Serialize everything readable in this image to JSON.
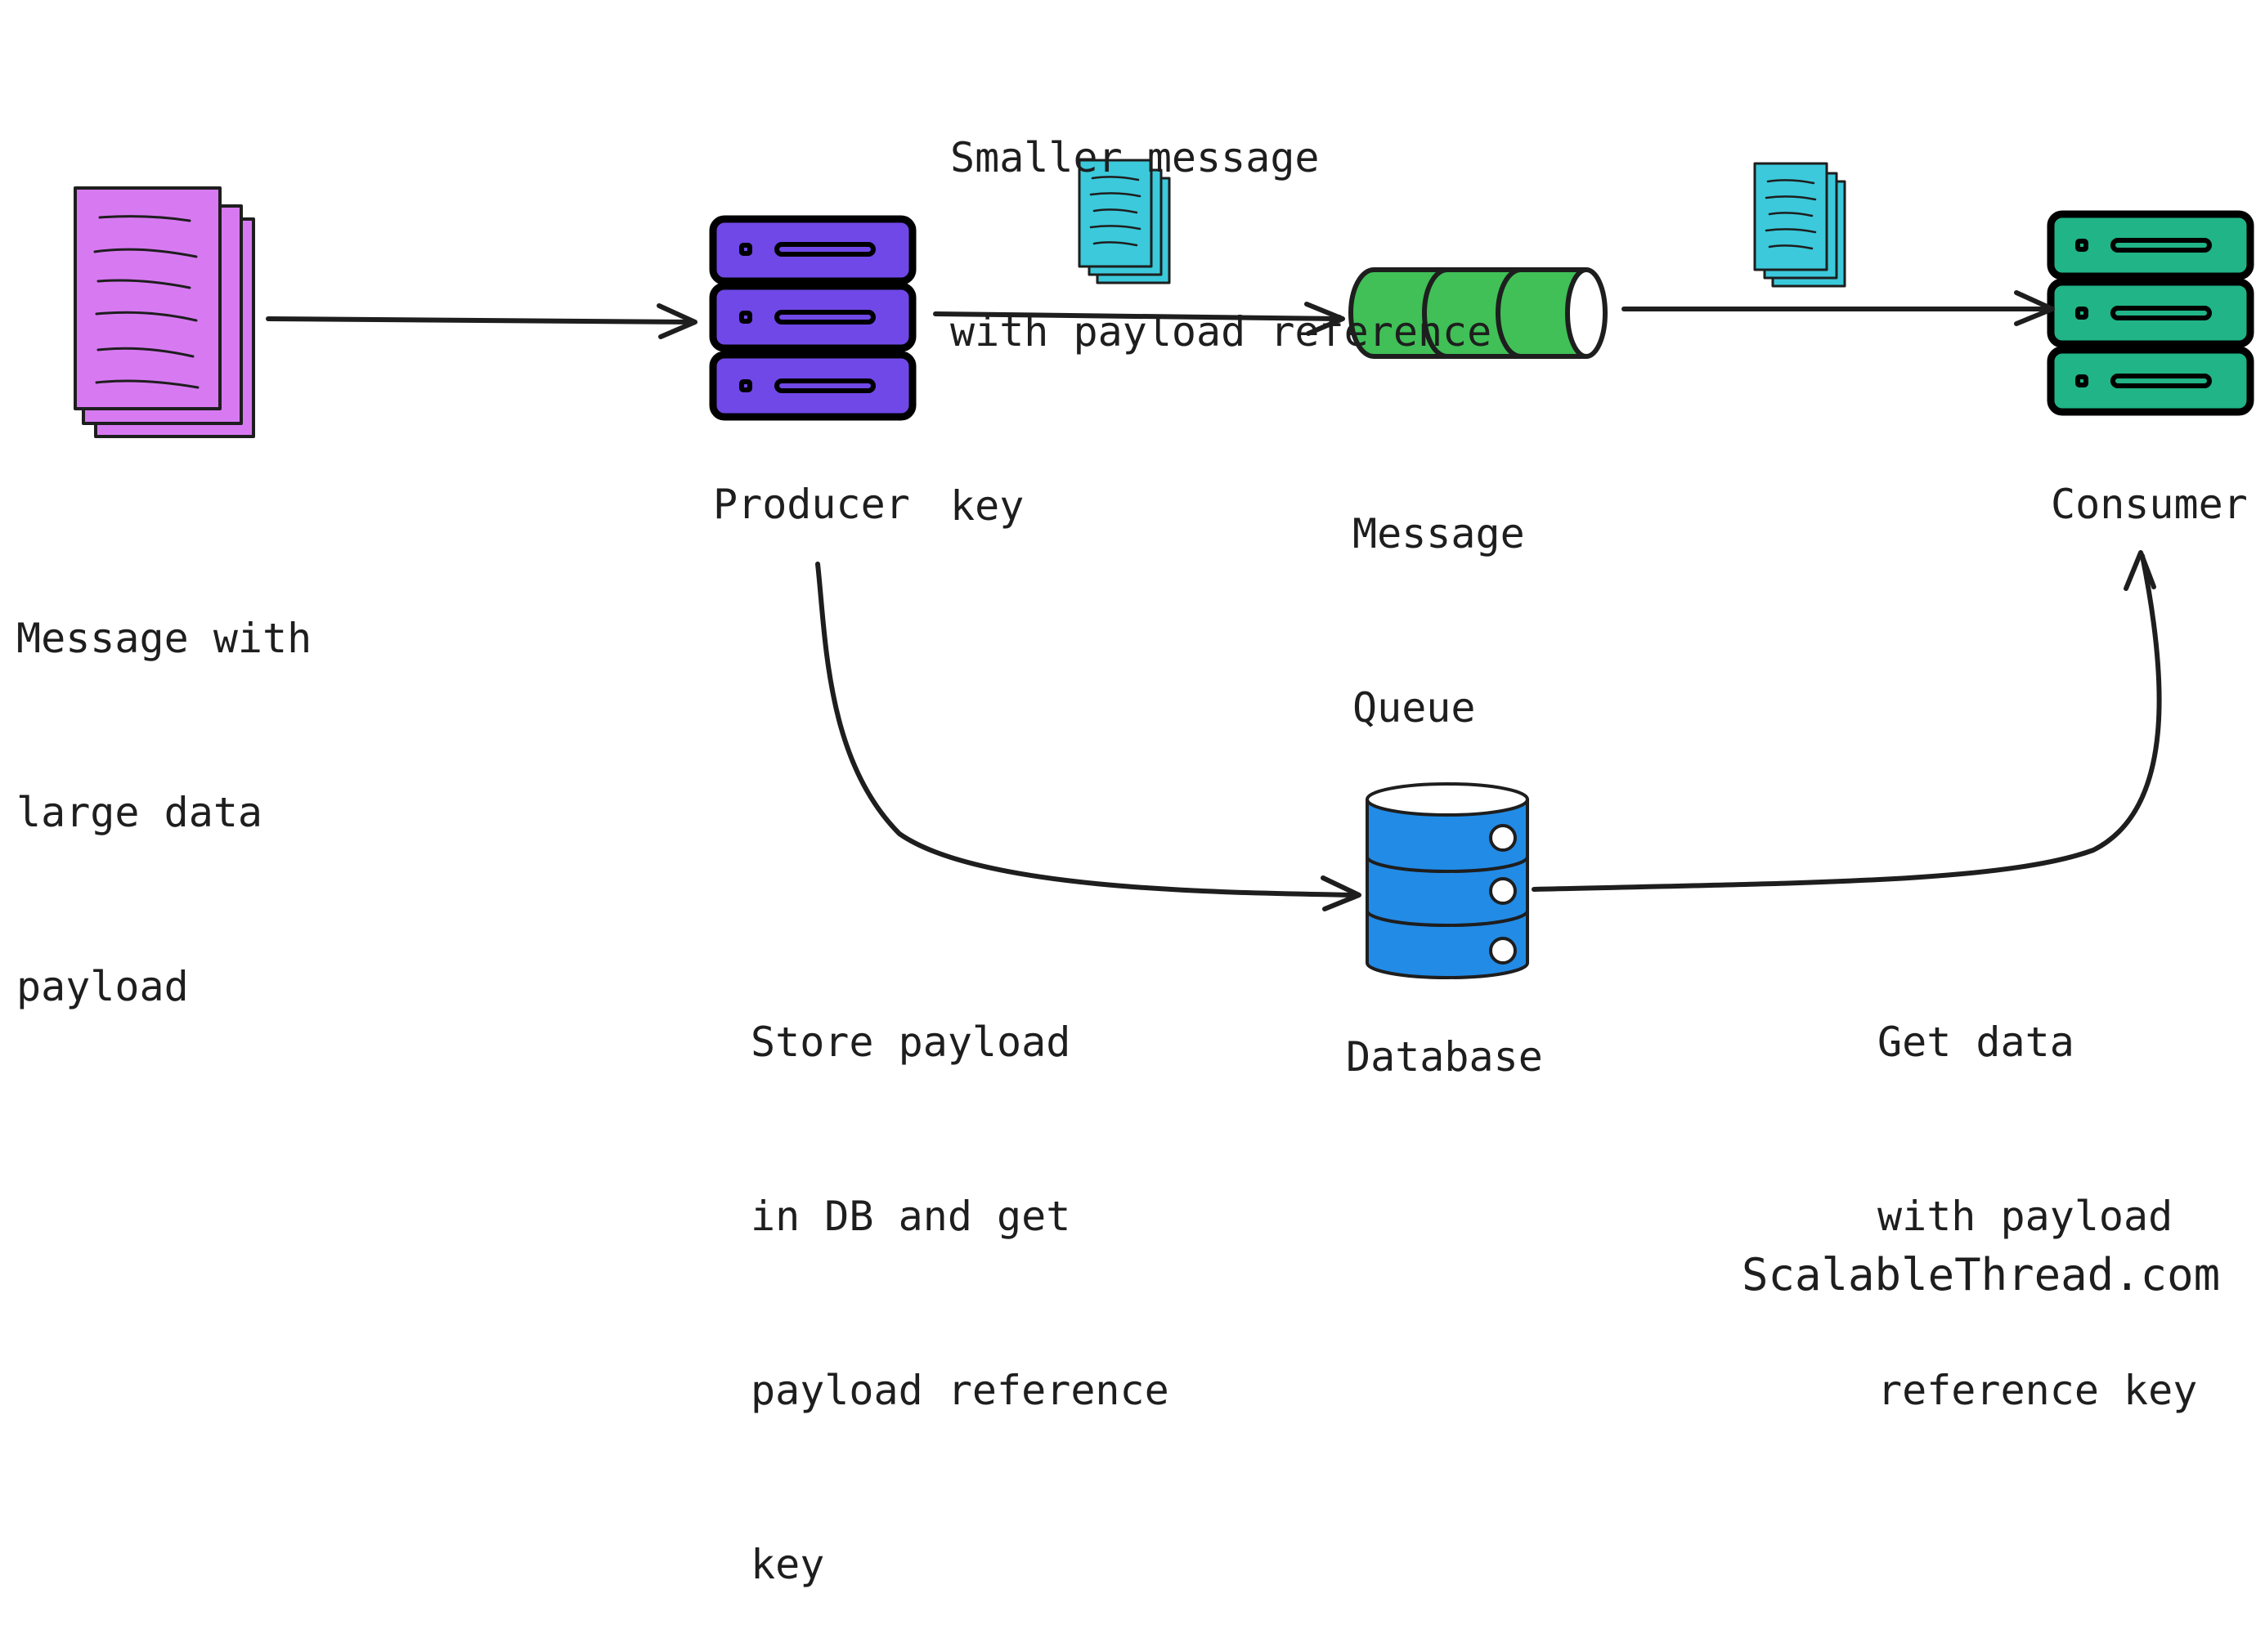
{
  "labels": {
    "message_large_payload": [
      "Message with",
      "large data",
      "payload"
    ],
    "producer": "Producer",
    "smaller_message": [
      "Smaller message",
      "with payload reference",
      "key"
    ],
    "message_queue": [
      "Message",
      "Queue"
    ],
    "consumer": "Consumer",
    "store_payload": [
      "Store payload",
      "in DB and get",
      "payload reference",
      "key"
    ],
    "database": "Database",
    "get_data": [
      "Get data",
      "with payload",
      "reference key"
    ]
  },
  "brand": "ScalableThread.com",
  "colors": {
    "document_stack": "#d77af2",
    "producer_server": "#7048e8",
    "small_message": "#3bc9db",
    "queue": "#40c057",
    "consumer_server": "#20b486",
    "database": "#228be6",
    "stroke": "#1e1e1e"
  }
}
